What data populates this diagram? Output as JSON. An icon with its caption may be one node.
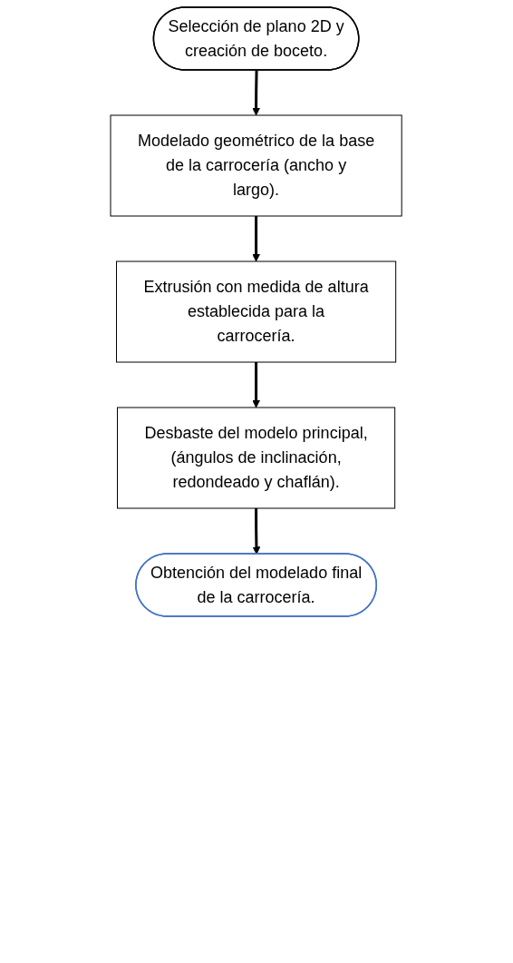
{
  "diagram": {
    "nodes": [
      {
        "text": [
          "Selección de plano 2D y creación de boceto."
        ]
      },
      {
        "text": [
          "Modelado geométrico de la base de la carrocería (ancho y largo)."
        ]
      },
      {
        "text": [
          "Extrusión con medida de altura establecida para la carrocería."
        ]
      },
      {
        "text": [
          "Desbaste del modelo principal, (ángulos de inclinación, redondeado y chaflán)."
        ]
      },
      {
        "text": [
          "Obtención del modelado final de la carrocería."
        ]
      }
    ],
    "edges": [
      {
        "from": 0,
        "to": 1,
        "arrow": "to"
      },
      {
        "from": 1,
        "to": 2,
        "arrow": "to"
      },
      {
        "from": 2,
        "to": 3,
        "arrow": "to"
      },
      {
        "from": 3,
        "to": 4,
        "arrow": "to"
      }
    ]
  }
}
